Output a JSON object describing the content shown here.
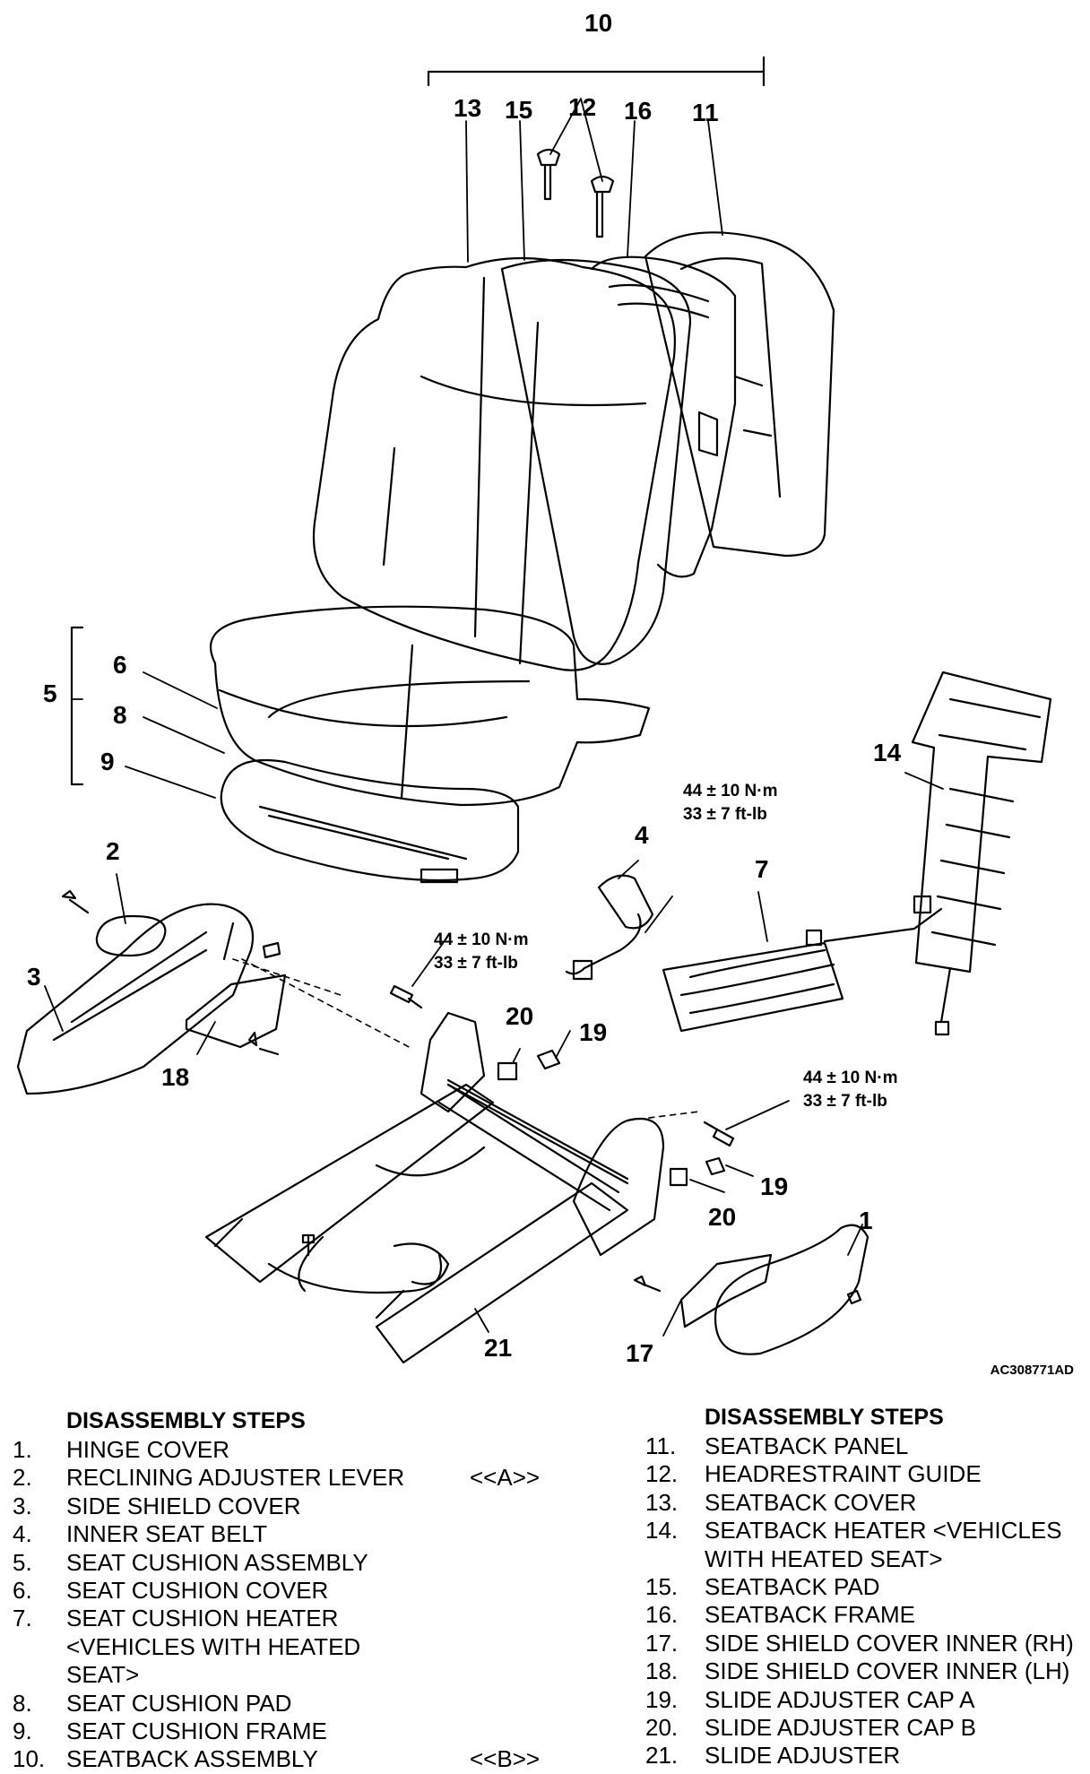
{
  "figure_id": "AC308771AD",
  "callouts": [
    "10",
    "13",
    "15",
    "12",
    "16",
    "11",
    "5",
    "6",
    "8",
    "9",
    "14",
    "2",
    "4",
    "7",
    "3",
    "20",
    "19",
    "18",
    "19",
    "20",
    "1",
    "17",
    "21"
  ],
  "torques": {
    "seat_belt": [
      "44 ± 10 N·m",
      "33 ± 7 ft-lb"
    ],
    "front_bolt": [
      "44 ± 10 N·m",
      "33 ± 7 ft-lb"
    ],
    "rear_bolt": [
      "44 ± 10 N·m",
      "33 ± 7 ft-lb"
    ]
  },
  "left_steps": {
    "heading": "DISASSEMBLY STEPS",
    "items": [
      {
        "num": "1.",
        "label": "HINGE COVER",
        "note": ""
      },
      {
        "num": "2.",
        "label": "RECLINING ADJUSTER LEVER",
        "note": "<<A>>"
      },
      {
        "num": "3.",
        "label": "SIDE SHIELD COVER",
        "note": ""
      },
      {
        "num": "4.",
        "label": "INNER SEAT BELT",
        "note": ""
      },
      {
        "num": "5.",
        "label": "SEAT CUSHION ASSEMBLY",
        "note": ""
      },
      {
        "num": "6.",
        "label": "SEAT CUSHION COVER",
        "note": ""
      },
      {
        "num": "7.",
        "label": "SEAT CUSHION HEATER",
        "note": ""
      },
      {
        "num": "",
        "label": "<VEHICLES WITH HEATED",
        "note": ""
      },
      {
        "num": "",
        "label": "SEAT>",
        "note": ""
      },
      {
        "num": "8.",
        "label": "SEAT CUSHION PAD",
        "note": ""
      },
      {
        "num": "9.",
        "label": "SEAT CUSHION FRAME",
        "note": ""
      },
      {
        "num": "10.",
        "label": "SEATBACK ASSEMBLY",
        "note": "<<B>>"
      }
    ]
  },
  "right_steps": {
    "heading": "DISASSEMBLY STEPS",
    "items": [
      {
        "num": "11.",
        "label": "SEATBACK PANEL"
      },
      {
        "num": "12.",
        "label": "HEADRESTRAINT GUIDE"
      },
      {
        "num": "13.",
        "label": "SEATBACK COVER"
      },
      {
        "num": "14.",
        "label": "SEATBACK HEATER <VEHICLES"
      },
      {
        "num": "",
        "label": "WITH HEATED SEAT>"
      },
      {
        "num": "15.",
        "label": "SEATBACK PAD"
      },
      {
        "num": "16.",
        "label": "SEATBACK FRAME"
      },
      {
        "num": "17.",
        "label": "SIDE SHIELD COVER INNER (RH)"
      },
      {
        "num": "18.",
        "label": "SIDE SHIELD COVER INNER (LH)"
      },
      {
        "num": "19.",
        "label": "SLIDE ADJUSTER CAP A"
      },
      {
        "num": "20.",
        "label": "SLIDE ADJUSTER CAP B"
      },
      {
        "num": "21.",
        "label": "SLIDE ADJUSTER"
      }
    ]
  }
}
